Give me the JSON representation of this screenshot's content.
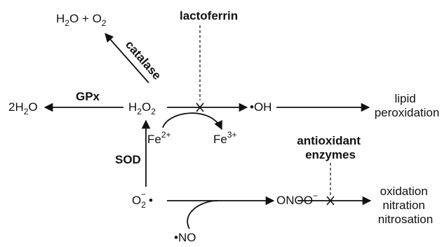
{
  "nodes": {
    "h2o_o2": {
      "h": "H",
      "two": "2",
      "o_plus": "O + O",
      "two_b": "2"
    },
    "h2o2": {
      "h": "H",
      "two": "2",
      "o": "O",
      "two_b": "2"
    },
    "two_h2o": {
      "pre": "2H",
      "two": "2",
      "o": "O"
    },
    "oh_radical": "•OH",
    "lipid": [
      "lipid",
      "peroxidation"
    ],
    "fe2": {
      "base": "Fe",
      "charge": "2+"
    },
    "fe3": {
      "base": "Fe",
      "charge": "3+"
    },
    "superoxide": {
      "o": "O",
      "two": "2",
      "minus": "−",
      "dot": "•"
    },
    "peroxynitrite": "ONOO",
    "peroxynitrite_charge": "−",
    "no_radical": "•NO",
    "outcomes": [
      "oxidation",
      "nitration",
      "nitrosation"
    ]
  },
  "labels": {
    "lactoferrin": "lactoferrin",
    "catalase": "catalase",
    "gpx": "GPx",
    "sod": "SOD",
    "antioxidant": [
      "antioxidant",
      "enzymes"
    ]
  }
}
